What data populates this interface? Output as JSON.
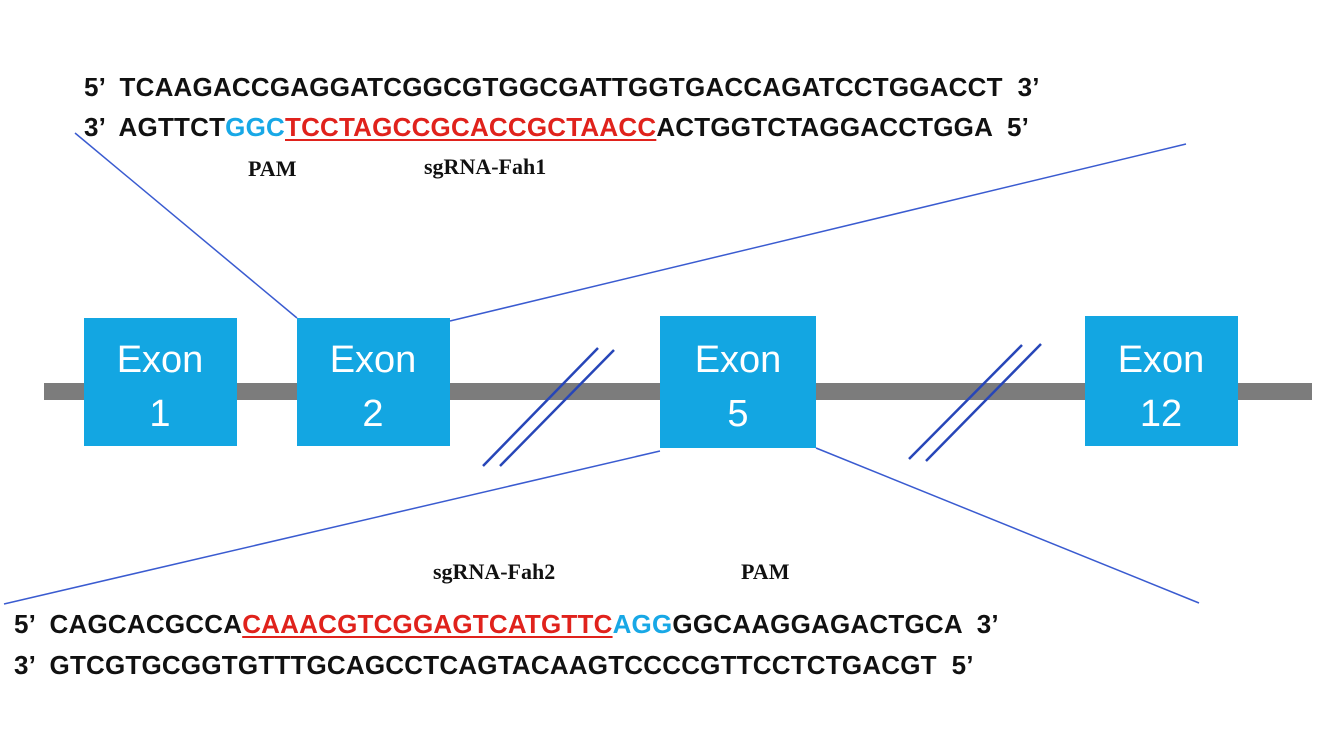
{
  "colors": {
    "exon": "#13a6e2",
    "backbone": "#7c7c7c",
    "connector": "#3a5bd0",
    "pam": "#18a8e6",
    "sgrna": "#e0221c"
  },
  "top_sequence": {
    "strand1": {
      "left": "5’",
      "seq": "TCAAGACCGAGGATCGGCGTGGCGATTGGTGACCAGATCCTGGACCT",
      "right": "3’"
    },
    "strand2": {
      "left": "3’",
      "seq_pre": "AGTTCT",
      "seq_pam": "GGC",
      "seq_sgrna": "TCCTAGCCGCACCGCTAACC",
      "seq_post": "ACTGGTCTAGGACCTGGA",
      "right": "5’"
    },
    "pam_label": "PAM",
    "sgrna_label": "sgRNA-Fah1"
  },
  "bottom_sequence": {
    "pam_label": "PAM",
    "sgrna_label": "sgRNA-Fah2",
    "strand1": {
      "left": "5’",
      "seq_pre": "CAGCACGCCA",
      "seq_sgrna": "CAAACGTCGGAGTCATGTTC",
      "seq_pam": "AGG",
      "seq_post": "GGCAAGGAGACTGCA",
      "right": "3’"
    },
    "strand2": {
      "left": "3’",
      "seq": "GTCGTGCGGTGTTTGCAGCCTCAGTACAAGTCCCCGTTCCTCTGACGT",
      "right": "5’"
    }
  },
  "exons": [
    {
      "word": "Exon",
      "number": "1"
    },
    {
      "word": "Exon",
      "number": "2"
    },
    {
      "word": "Exon",
      "number": "5"
    },
    {
      "word": "Exon",
      "number": "12"
    }
  ]
}
